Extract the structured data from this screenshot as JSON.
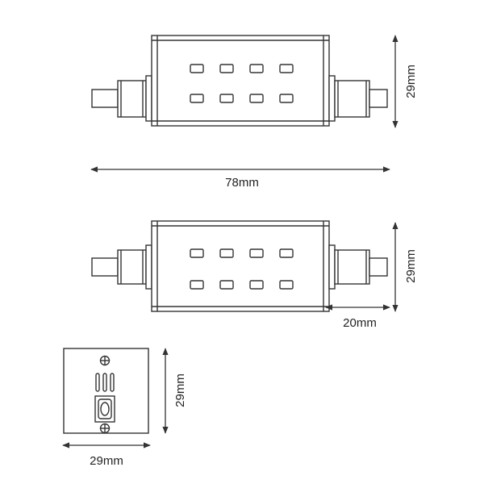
{
  "colors": {
    "stroke": "#333333",
    "background": "#ffffff"
  },
  "lamp_top": {
    "height_label": "29mm",
    "length_label": "78mm",
    "led_rows": 2,
    "led_columns": 4
  },
  "lamp_middle": {
    "height_label": "29mm",
    "cap_label": "20mm",
    "led_rows": 2,
    "led_columns": 4
  },
  "end_view": {
    "height_label": "29mm",
    "width_label": "29mm"
  }
}
